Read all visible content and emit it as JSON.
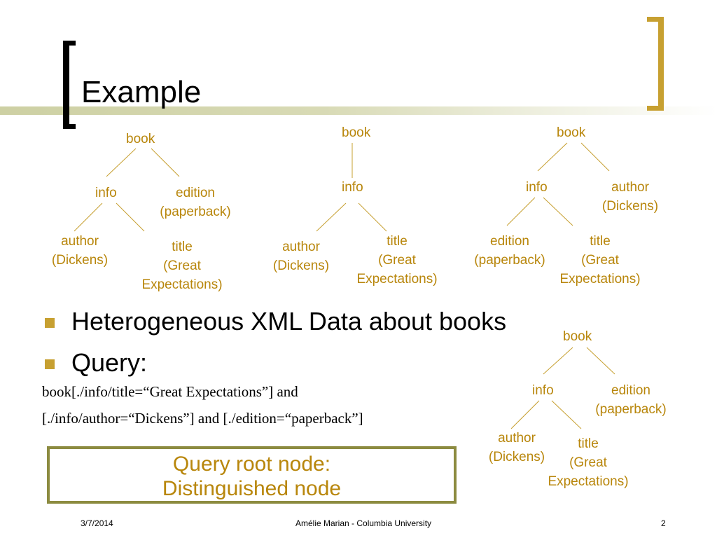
{
  "slide": {
    "title": "Example",
    "accent_color": "#c7a031",
    "node_color": "#b8860b"
  },
  "trees": [
    {
      "nodes": {
        "book": "book",
        "info": "info",
        "edition_1": "edition",
        "edition_2": "(paperback)",
        "author_1": "author",
        "author_2": "(Dickens)",
        "title_1": "title",
        "title_2": "(Great",
        "title_3": "Expectations)"
      }
    },
    {
      "nodes": {
        "book": "book",
        "info": "info",
        "author_1": "author",
        "author_2": "(Dickens)",
        "title_1": "title",
        "title_2": "(Great",
        "title_3": "Expectations)"
      }
    },
    {
      "nodes": {
        "book": "book",
        "info": "info",
        "author_1": "author",
        "author_2": "(Dickens)",
        "edition_1": "edition",
        "edition_2": "(paperback)",
        "title_1": "title",
        "title_2": "(Great",
        "title_3": "Expectations)"
      }
    },
    {
      "nodes": {
        "book": "book",
        "info": "info",
        "edition_1": "edition",
        "edition_2": "(paperback)",
        "author_1": "author",
        "author_2": "(Dickens)",
        "title_1": "title",
        "title_2": "(Great",
        "title_3": "Expectations)"
      }
    }
  ],
  "bullets": [
    "Heterogeneous XML Data about books",
    "Query:"
  ],
  "query": {
    "line1": "book[./info/title=“Great Expectations”] and",
    "line2": "[./info/author=“Dickens”] and [./edition=“paperback”]"
  },
  "callout": {
    "line1": "Query root node:",
    "line2": "Distinguished node"
  },
  "footer": {
    "date": "3/7/2014",
    "center": "Amélie Marian - Columbia University",
    "page": "2"
  }
}
